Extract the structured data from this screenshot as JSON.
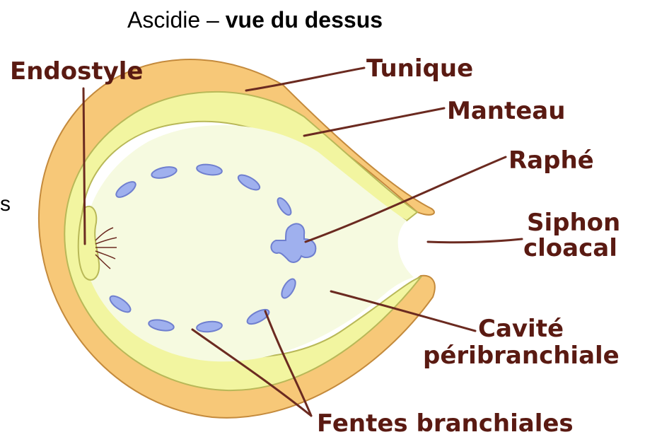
{
  "title": {
    "normal": "Ascidie – ",
    "bold": "vue du dessus"
  },
  "edge_fragment": "s",
  "labels": {
    "endostyle": "Endostyle",
    "tunique": "Tunique",
    "manteau": "Manteau",
    "raphe": "Raphé",
    "siphon_line1": "Siphon",
    "siphon_line2": "cloacal",
    "cavite_line1": "Cavité",
    "cavite_line2": "péribranchiale",
    "fentes": "Fentes branchiales"
  },
  "colors": {
    "tunic": "#f7c878",
    "tunic_outline": "#c48a3c",
    "mantle": "#f2f5a0",
    "cavity": "#f6fae0",
    "slits": "#9fb0ee",
    "label_text": "#5a1a12",
    "leader_lines": "#6b2a20"
  }
}
